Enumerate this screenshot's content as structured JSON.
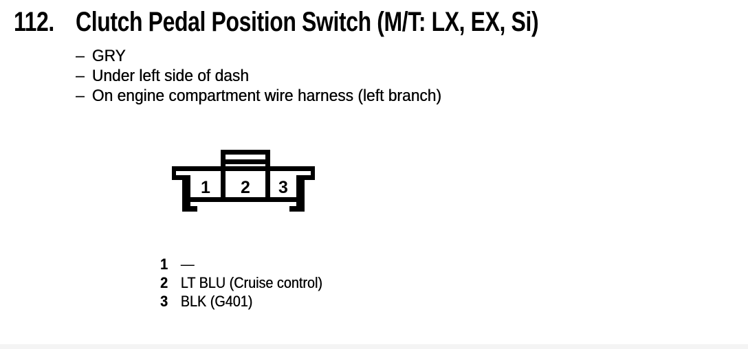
{
  "heading": {
    "number": "112.",
    "title": "Clutch Pedal Position Switch (M/T: LX, EX, Si)"
  },
  "details": [
    {
      "dash": "–",
      "text": "GRY"
    },
    {
      "dash": "–",
      "text": "Under left side of dash"
    },
    {
      "dash": "–",
      "text": "On engine compartment wire harness (left branch)"
    }
  ],
  "connector": {
    "description": "3-cavity connector with top lock tab, front view",
    "pins": [
      "1",
      "2",
      "3"
    ]
  },
  "legend": [
    {
      "pin": "1",
      "wire": "—"
    },
    {
      "pin": "2",
      "wire": "LT BLU (Cruise control)"
    },
    {
      "pin": "3",
      "wire": "BLK (G401)"
    }
  ],
  "colors": {
    "ink": "#000000",
    "paper": "#ffffff",
    "footer_bar": "#f4f4f4"
  }
}
